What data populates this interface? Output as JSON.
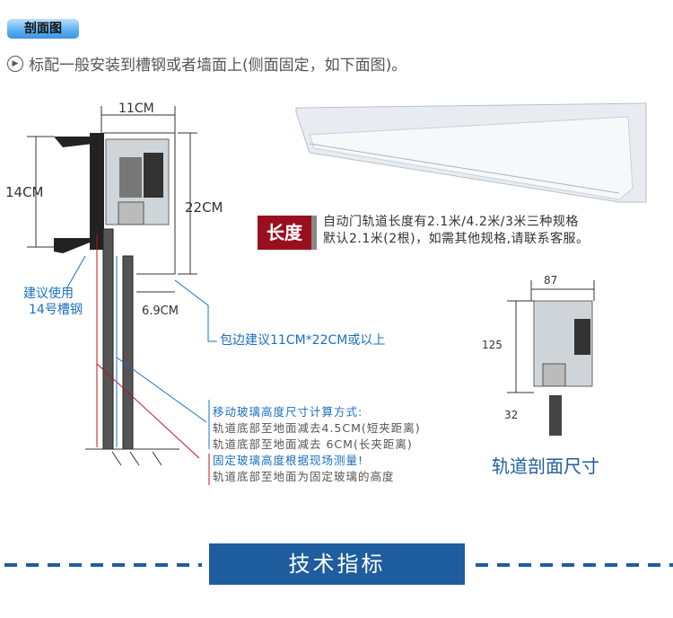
{
  "header": {
    "badge": "剖面图",
    "intro": "标配一般安装到槽钢或者墙面上(侧面固定，如下面图)。"
  },
  "left_diagram": {
    "width_top": "11CM",
    "height_left": "14CM",
    "height_right": "22CM",
    "gap": "6.9CM",
    "channel_label_1": "建议使用",
    "channel_label_2": "14号槽钢",
    "wrap_note": "包边建议11CM*22CM或以上"
  },
  "length": {
    "tag": "长度",
    "line1": "自动门轨道长度有2.1米/4.2米/3米三种规格",
    "line2": "默认2.1米(2根)，如需其他规格,请联系客服。"
  },
  "section": {
    "w": "87",
    "h": "125",
    "bottom": "32",
    "caption": "轨道剖面尺寸"
  },
  "notes": {
    "moving_title": "移动玻璃高度尺寸计算方式:",
    "moving_1": "轨道底部至地面减去4.5CM(短夹距离)",
    "moving_2": "轨道底部至地面减去 6CM(长夹距离)",
    "fixed_title": "固定玻璃高度根据现场测量!",
    "fixed_1": "轨道底部至地面为固定玻璃的高度"
  },
  "footer": {
    "title": "技术指标"
  },
  "colors": {
    "blue": "#1e5d9e",
    "red": "#9a0f1e"
  }
}
